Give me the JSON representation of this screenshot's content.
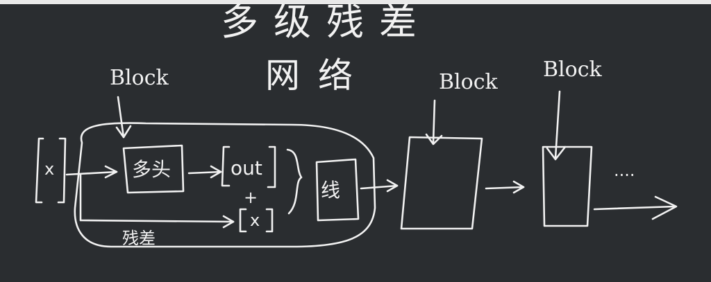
{
  "title_line1": "多级残差",
  "title_line2": "网络",
  "block_label_1": "Block",
  "block_label_2": "Block",
  "block_label_3": "Block",
  "input_label": "x",
  "attention_label": "多头",
  "out_label": "out",
  "plus_sign": "+",
  "residual_x_label": "x",
  "linear_label": "线",
  "residual_label": "残差",
  "ellipsis": "....",
  "colors": {
    "background": "#2a2d30",
    "ink": "#f2f2f2",
    "top_bar": "#e9e9e9"
  }
}
